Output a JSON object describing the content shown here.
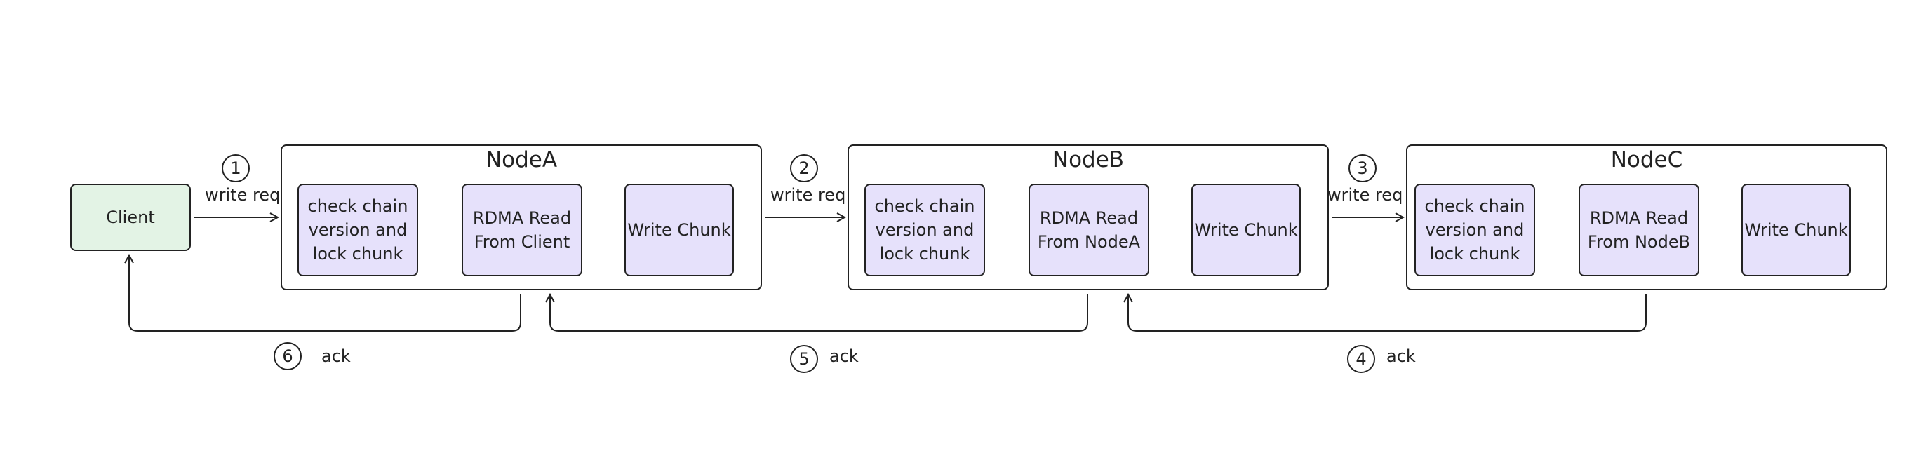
{
  "client": {
    "label": "Client"
  },
  "nodes": [
    {
      "title": "NodeA",
      "steps": [
        "check chain\nversion and\nlock chunk",
        "RDMA Read\nFrom Client",
        "Write Chunk"
      ]
    },
    {
      "title": "NodeB",
      "steps": [
        "check chain\nversion and\nlock chunk",
        "RDMA Read\nFrom NodeA",
        "Write Chunk"
      ]
    },
    {
      "title": "NodeC",
      "steps": [
        "check chain\nversion and\nlock chunk",
        "RDMA Read\nFrom NodeB",
        "Write Chunk"
      ]
    }
  ],
  "requests": [
    {
      "num": "1",
      "label": "write req"
    },
    {
      "num": "2",
      "label": "write req"
    },
    {
      "num": "3",
      "label": "write req"
    }
  ],
  "acks": [
    {
      "num": "6",
      "label": "ack"
    },
    {
      "num": "5",
      "label": "ack"
    },
    {
      "num": "4",
      "label": "ack"
    }
  ]
}
